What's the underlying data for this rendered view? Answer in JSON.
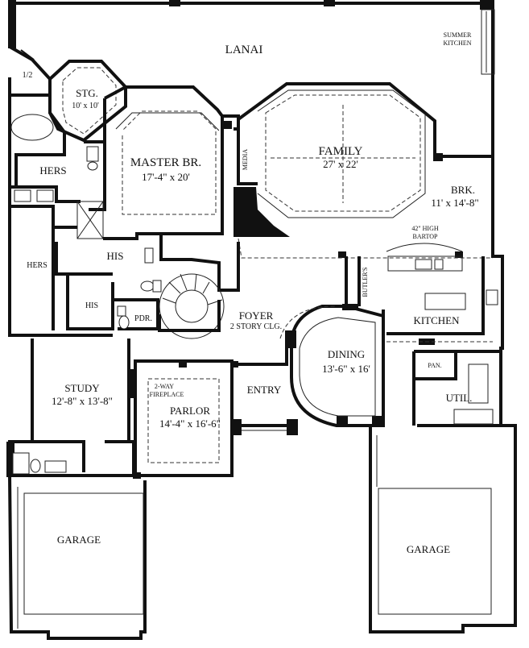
{
  "rooms": {
    "lanai": "LANAI",
    "summer_kitchen_1": "SUMMER",
    "summer_kitchen_2": "KITCHEN",
    "half_bath": "1/2",
    "storage_name": "STG.",
    "storage_size": "10' x 10'",
    "master_name": "MASTER BR.",
    "master_size": "17'-4\" x 20'",
    "media": "MEDIA",
    "family_name": "FAMILY",
    "family_size": "27' x 22'",
    "hers_bath": "HERS",
    "hers_closet": "HERS",
    "his_closet": "HIS",
    "his_bath": "HIS",
    "pdr": "PDR.",
    "foyer_name": "FOYER",
    "foyer_note": "2 STORY CLG.",
    "brk_name": "BRK.",
    "brk_size": "11' x 14'-8\"",
    "bartop_1": "42\" HIGH",
    "bartop_2": "BARTOP",
    "butlers": "BUTLER'S",
    "kitchen": "KITCHEN",
    "dining_name": "DINING",
    "dining_size": "13'-6\" x 16'",
    "pan": "PAN.",
    "util": "UTIL.",
    "study_name": "STUDY",
    "study_size": "12'-8\" x 13'-8\"",
    "fireplace_1": "2-WAY",
    "fireplace_2": "FIREPLACE",
    "parlor_name": "PARLOR",
    "parlor_size": "14'-4\" x 16'-6\"",
    "entry": "ENTRY",
    "garage_left": "GARAGE",
    "garage_right": "GARAGE"
  },
  "colors": {
    "wall": "#111111",
    "background": "#ffffff"
  }
}
